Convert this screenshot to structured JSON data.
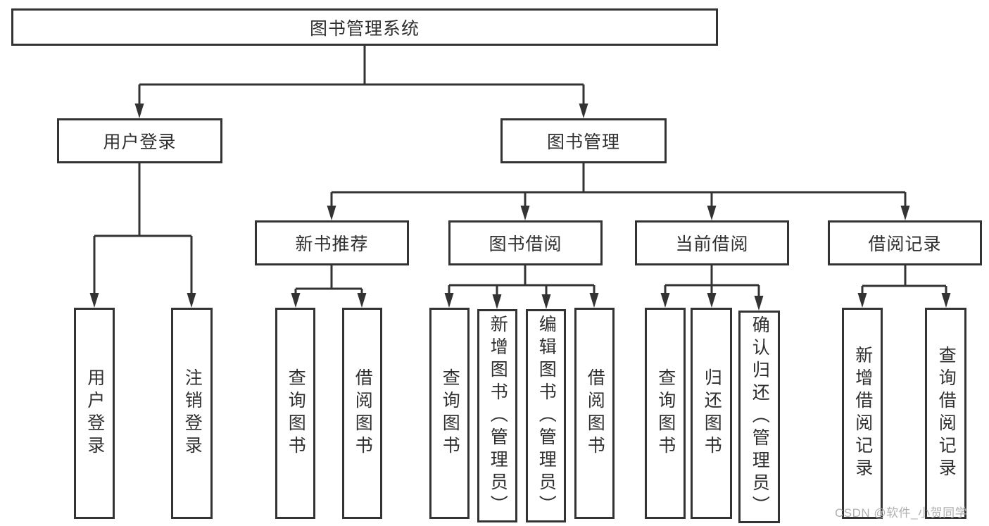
{
  "colors": {
    "background": "#ffffff",
    "line": "#333333",
    "text": "#2f2f2f",
    "watermark": "#b0b0b0"
  },
  "watermark": "CSDN @软件_小贺同学",
  "tree": {
    "root": {
      "label": "图书管理系统"
    },
    "user_login": {
      "label": "用户登录",
      "children": [
        {
          "label": "用户登录"
        },
        {
          "label": "注销登录"
        }
      ]
    },
    "book_mgmt": {
      "label": "图书管理",
      "children": [
        {
          "label": "新书推荐",
          "children": [
            {
              "label": "查询图书"
            },
            {
              "label": "借阅图书"
            }
          ]
        },
        {
          "label": "图书借阅",
          "children": [
            {
              "label": "查询图书"
            },
            {
              "label": "新增图书（管理员）"
            },
            {
              "label": "编辑图书（管理员）"
            },
            {
              "label": "借阅图书"
            }
          ]
        },
        {
          "label": "当前借阅",
          "children": [
            {
              "label": "查询图书"
            },
            {
              "label": "归还图书"
            },
            {
              "label": "确认归还（管理员）"
            }
          ]
        },
        {
          "label": "借阅记录",
          "children": [
            {
              "label": "新增借阅记录"
            },
            {
              "label": "查询借阅记录"
            }
          ]
        }
      ]
    }
  }
}
